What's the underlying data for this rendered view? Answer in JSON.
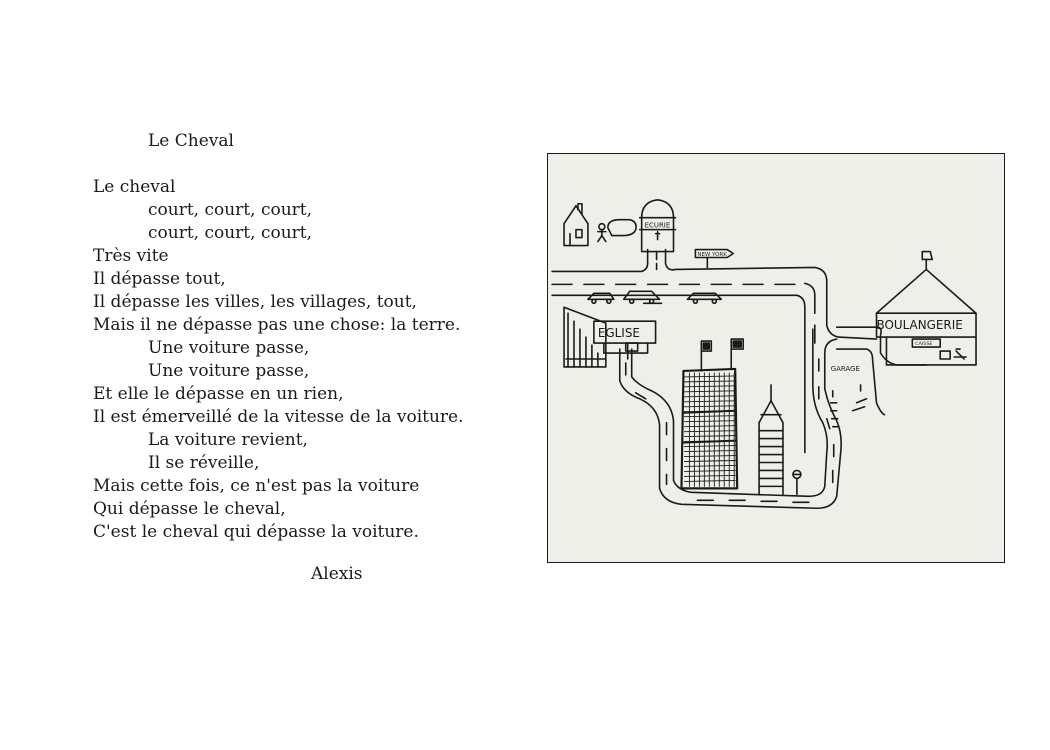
{
  "poem": {
    "title": "Le Cheval",
    "lines": [
      {
        "text": "Le cheval",
        "indent": false
      },
      {
        "text": "court, court, court,",
        "indent": true
      },
      {
        "text": "court, court, court,",
        "indent": true
      },
      {
        "text": "Très vite",
        "indent": false
      },
      {
        "text": "Il dépasse tout,",
        "indent": false
      },
      {
        "text": "Il dépasse les villes, les villages, tout,",
        "indent": false
      },
      {
        "text": "Mais il ne dépasse pas une chose: la terre.",
        "indent": false
      },
      {
        "text": "Une voiture passe,",
        "indent": true
      },
      {
        "text": "Une voiture passe,",
        "indent": true
      },
      {
        "text": "Et elle le dépasse en un rien,",
        "indent": false
      },
      {
        "text": "Il est émerveillé de la vitesse de la voiture.",
        "indent": false
      },
      {
        "text": "La voiture revient,",
        "indent": true
      },
      {
        "text": "Il se réveille,",
        "indent": true
      },
      {
        "text": "Mais cette fois, ce n'est pas la voiture",
        "indent": false
      },
      {
        "text": "Qui dépasse le cheval,",
        "indent": false
      },
      {
        "text": "C'est le cheval qui dépasse la voiture.",
        "indent": false
      }
    ],
    "author": "Alexis"
  },
  "drawing": {
    "labels": {
      "ecurie": "ECURIE",
      "new_york": "NEW YORK",
      "eglise": "EGLISE",
      "boulangerie": "BOULANGERIE",
      "caisse": "CAISSE",
      "garage": "GARAGE"
    }
  }
}
